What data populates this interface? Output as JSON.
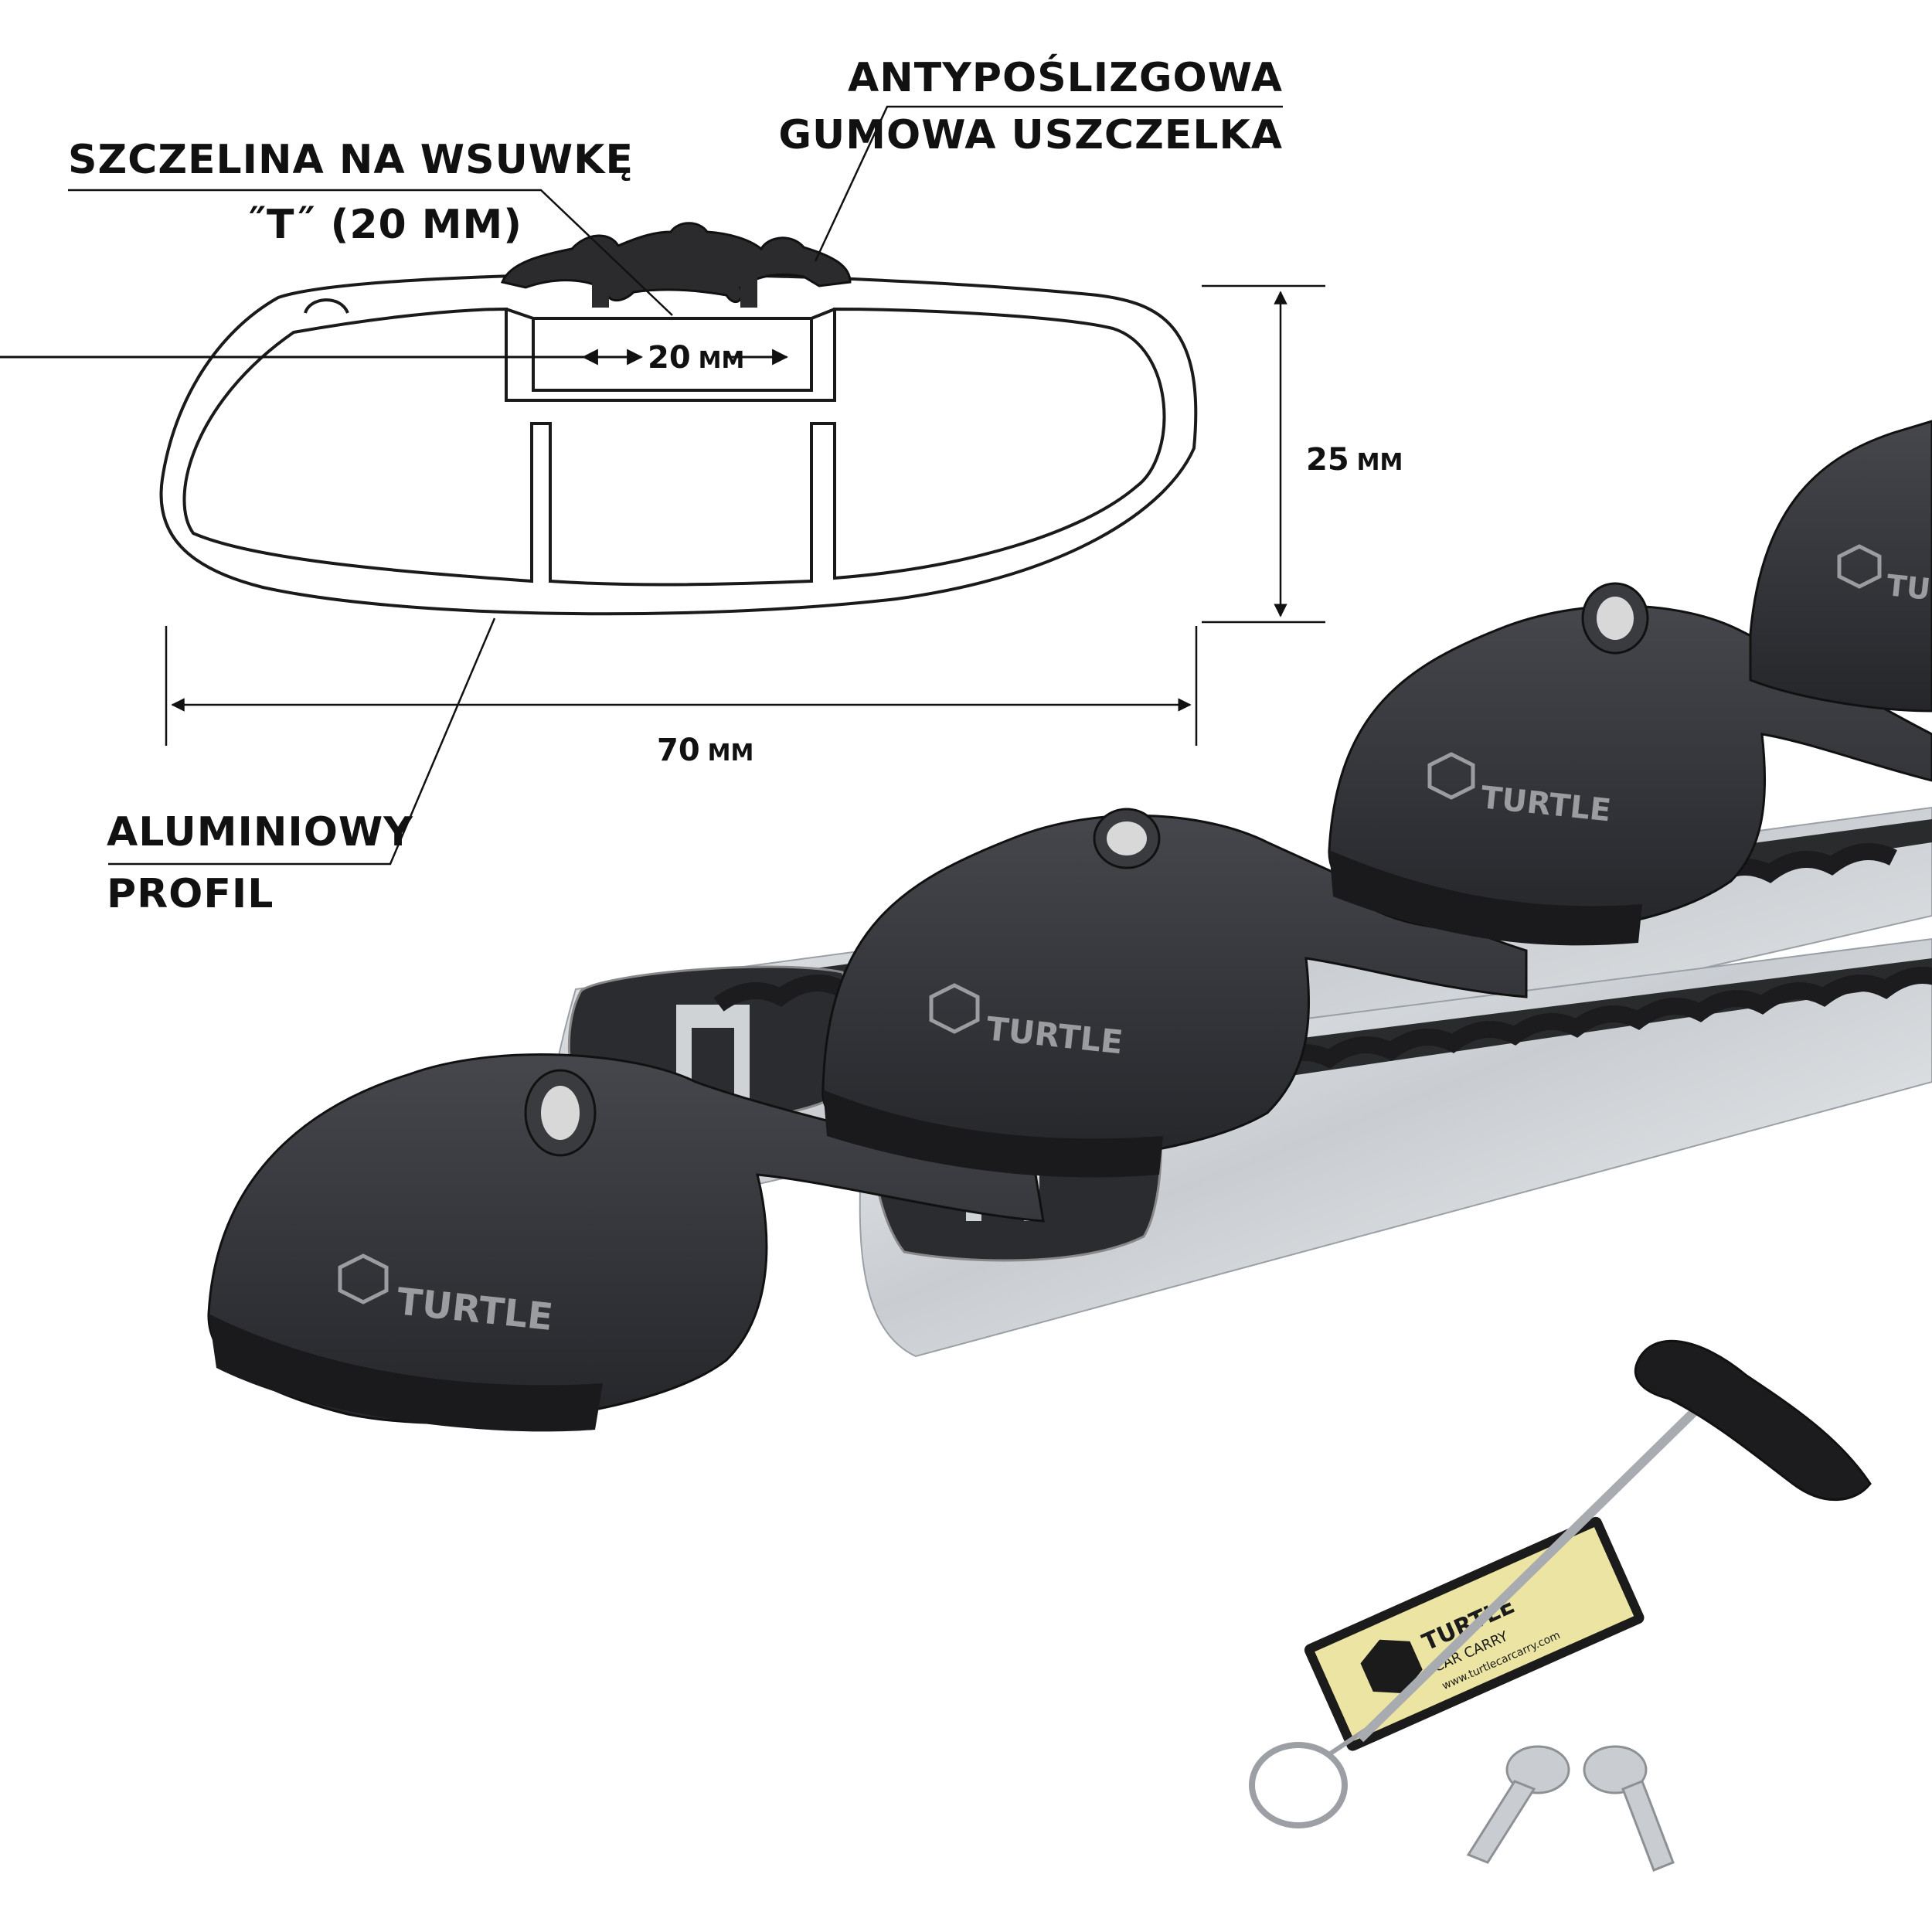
{
  "labels": {
    "slot_line1": "SZCZELINA NA  WSUWKĘ",
    "slot_line2": "˝T˝ (20 MM)",
    "seal_line1": "ANTYPOŚLIZGOWA",
    "seal_line2": "GUMOWA USZCZELKA",
    "profile_line1": "ALUMINIOWY",
    "profile_line2": "PROFIL"
  },
  "dimensions": {
    "slot_value": "20",
    "slot_unit": "MM",
    "height_value": "25",
    "height_unit": "MM",
    "width_value": "70",
    "width_unit": "MM"
  },
  "brand": {
    "foot_logo": "TURTLE",
    "tag_logo": "TURTLE",
    "tag_sub": "CAR CARRY",
    "tag_url": "www.turtlecarcarry.com"
  },
  "colors": {
    "outline": "#1a1a1a",
    "rubber": "#2b2b2d",
    "foot": "#2e2f33",
    "aluminium": "#d3d6d9",
    "tag_yellow": "#ece4a2"
  }
}
